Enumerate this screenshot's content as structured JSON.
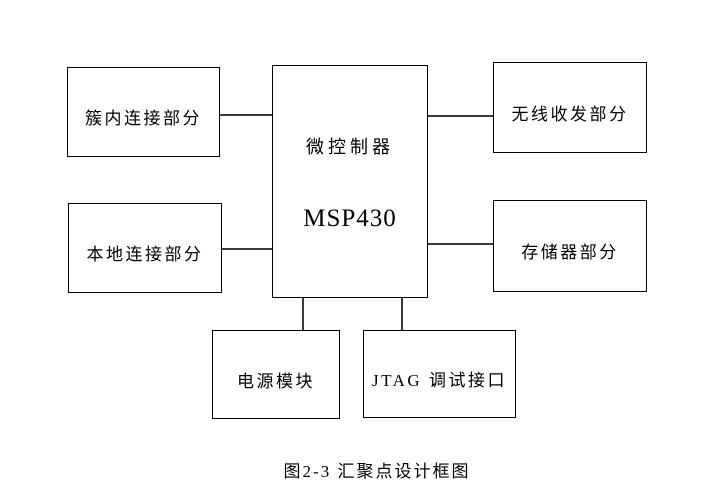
{
  "diagram": {
    "background_color": "#ffffff",
    "box_border_color": "#000000",
    "connector_color": "#3a3a3a",
    "boxes": {
      "cluster_connection": {
        "label": "簇内连接部分"
      },
      "local_connection": {
        "label": "本地连接部分"
      },
      "microcontroller": {
        "title": "微控制器",
        "chip": "MSP430"
      },
      "wireless_transceiver": {
        "label": "无线收发部分"
      },
      "memory": {
        "label": "存储器部分"
      },
      "power_module": {
        "label": "电源模块"
      },
      "jtag_debug": {
        "label": "JTAG 调试接口"
      }
    },
    "connectors": [
      "cluster_connection - microcontroller",
      "microcontroller - wireless_transceiver",
      "local_connection - microcontroller",
      "microcontroller - memory",
      "microcontroller - power_module",
      "microcontroller - jtag_debug"
    ],
    "caption": "图2-3 汇聚点设计框图"
  }
}
